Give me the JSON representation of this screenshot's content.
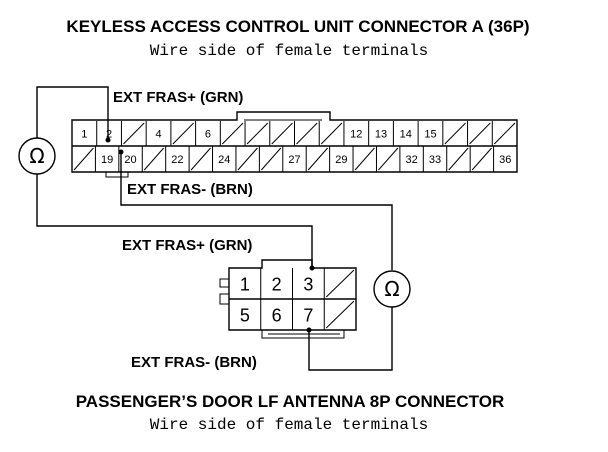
{
  "connector_a": {
    "title": "KEYLESS ACCESS CONTROL UNIT CONNECTOR A (36P)",
    "subtitle": "Wire side of female terminals",
    "top_row": [
      "1",
      "2",
      "",
      "4",
      "",
      "6",
      "",
      "",
      "",
      "",
      "",
      "12",
      "13",
      "14",
      "15",
      "",
      "",
      ""
    ],
    "bottom_row": [
      "",
      "19",
      "20",
      "",
      "22",
      "",
      "24",
      "",
      "",
      "27",
      "",
      "29",
      "",
      "",
      "32",
      "33",
      "",
      "",
      "36"
    ]
  },
  "connector_b": {
    "title": "PASSENGER’S DOOR LF ANTENNA 8P CONNECTOR",
    "subtitle": "Wire side of female terminals",
    "top_row": [
      "1",
      "2",
      "3",
      ""
    ],
    "bottom_row": [
      "5",
      "6",
      "7",
      ""
    ]
  },
  "wires": {
    "ext_fras_plus_a": "EXT FRAS+ (GRN)",
    "ext_fras_minus_a": "EXT FRAS- (BRN)",
    "ext_fras_plus_b": "EXT FRAS+ (GRN)",
    "ext_fras_minus_b": "EXT FRAS- (BRN)"
  },
  "meters": {
    "left_symbol": "Ω",
    "right_symbol": "Ω"
  }
}
